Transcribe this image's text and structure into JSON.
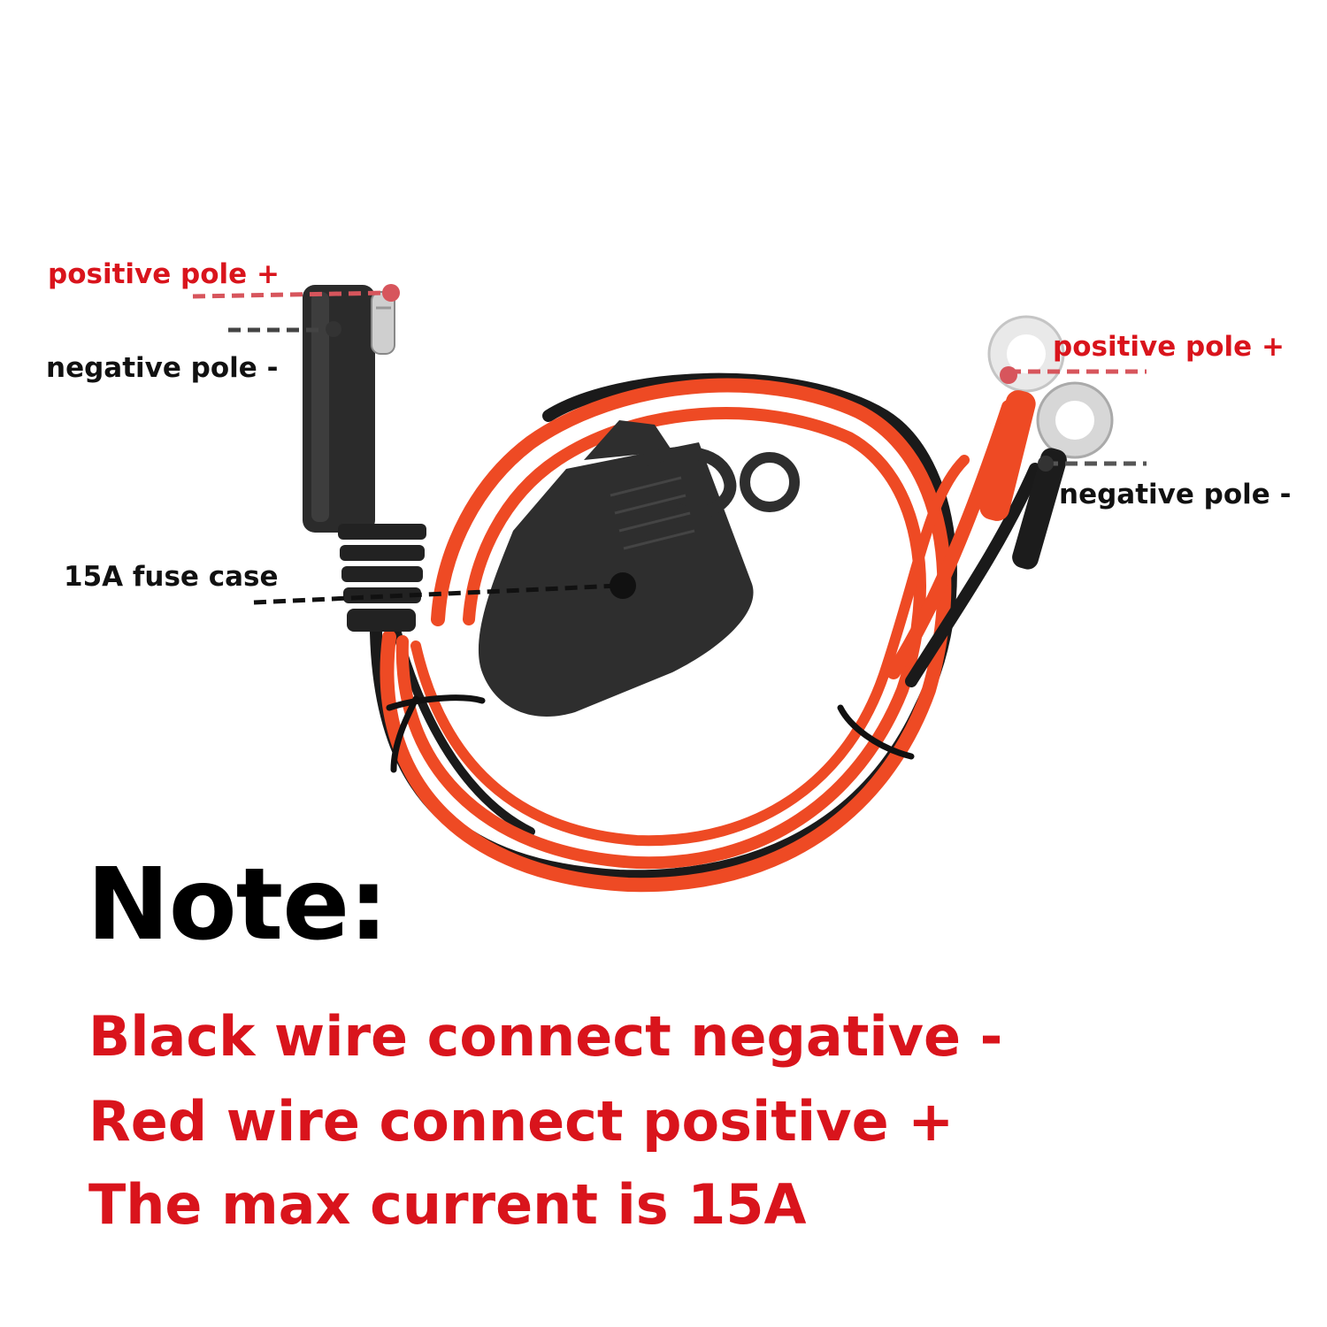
{
  "callouts": {
    "left_positive": "positive pole +",
    "left_negative": "negative pole -",
    "fuse_case": "15A fuse case",
    "right_positive": "positive pole +",
    "right_negative": "negative pole -"
  },
  "note": {
    "title": "Note:",
    "lines": [
      "Black wire connect negative -",
      "Red wire connect positive +",
      "The max current is 15A"
    ]
  },
  "colors": {
    "red_text": "#d9141c",
    "wire_red": "#ee4a24",
    "wire_black": "#1a1a1a",
    "connector_black": "#2b2b2b"
  }
}
